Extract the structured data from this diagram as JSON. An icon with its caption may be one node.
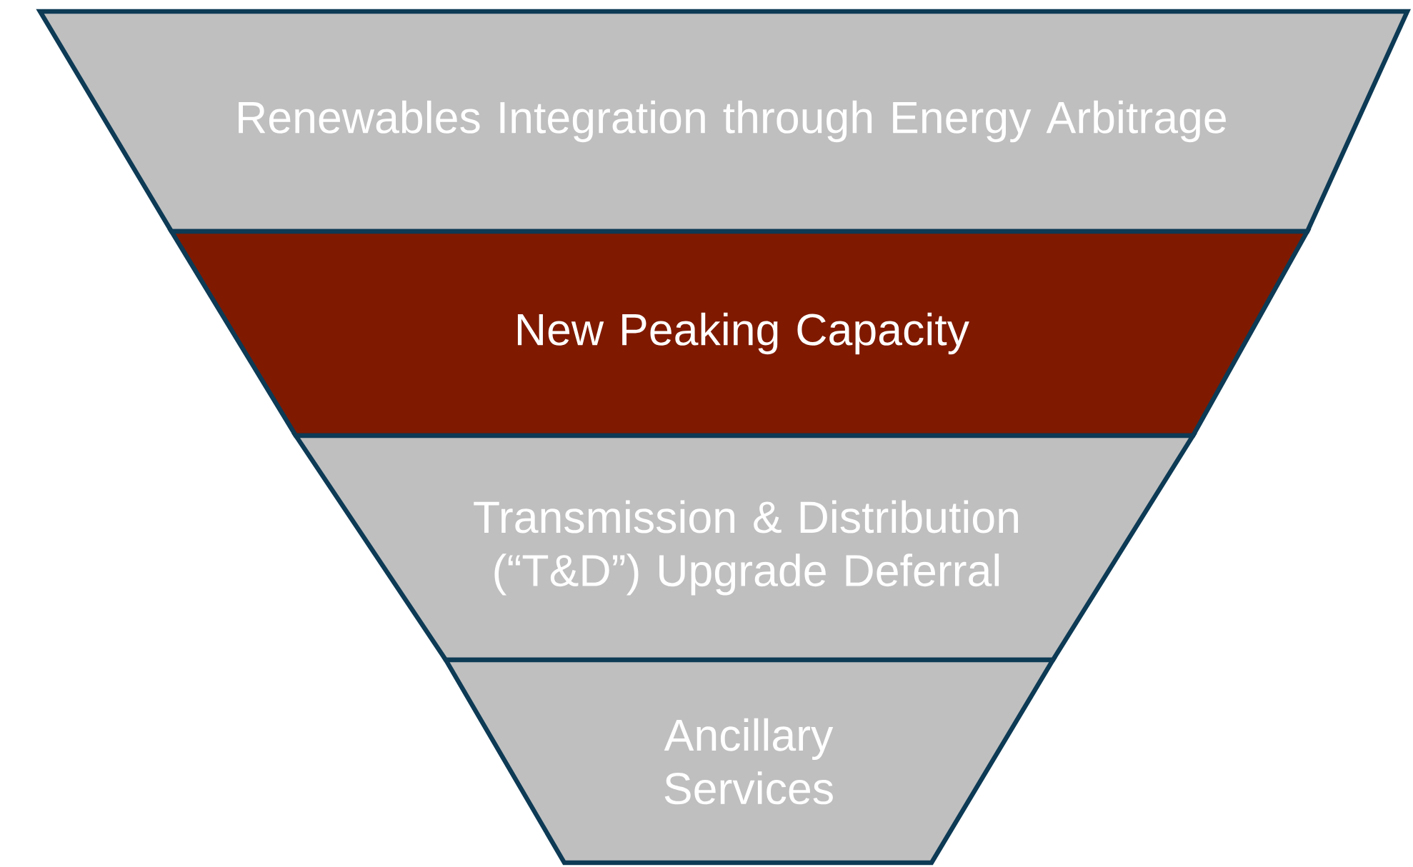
{
  "diagram": {
    "nodes": [
      {
        "text": [
          "Renewables Integration through Energy Arbitrage"
        ]
      },
      {
        "text": [
          "New Peaking Capacity"
        ]
      },
      {
        "text": [
          "Transmission & Distribution (“T&D”) Upgrade Deferral"
        ]
      },
      {
        "text": [
          "Ancillary Services"
        ]
      }
    ]
  }
}
